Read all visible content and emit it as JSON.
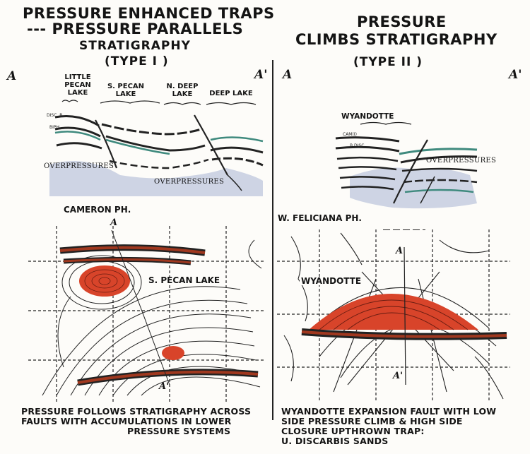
{
  "left": {
    "title_1": "PRESSURE ENHANCED TRAPS",
    "title_2": "--- PRESSURE PARALLELS",
    "title_3": "STRATIGRAPHY",
    "title_4": "(TYPE I )",
    "corner_a": "A",
    "corner_a_prime": "A'",
    "fields": [
      {
        "line1": "LITTLE",
        "line2": "PECAN",
        "line3": "LAKE"
      },
      {
        "line1": "S. PECAN",
        "line2": "LAKE",
        "line3": ""
      },
      {
        "line1": "N. DEEP",
        "line2": "LAKE",
        "line3": ""
      },
      {
        "line1": "DEEP LAKE",
        "line2": "",
        "line3": ""
      }
    ],
    "overpressures_1": "OVERPRESSURES",
    "overpressures_2": "OVERPRESSURES",
    "parish": "CAMERON PH.",
    "map_a": "A",
    "map_a_prime": "A'",
    "map_label": "S. PECAN LAKE",
    "caption": [
      "PRESSURE FOLLOWS STRATIGRAPHY ACROSS",
      "FAULTS WITH ACCUMULATIONS IN LOWER",
      "PRESSURE SYSTEMS"
    ]
  },
  "right": {
    "title_1": "PRESSURE",
    "title_2": "CLIMBS STRATIGRAPHY",
    "title_3": "(TYPE II )",
    "corner_a": "A",
    "corner_a_prime": "A'",
    "field": "WYANDOTTE",
    "overpressures": "OVERPRESSURES",
    "parish": "W. FELICIANA PH.",
    "map_a": "A",
    "map_a_prime": "A'",
    "map_label": "WYANDOTTE",
    "caption": [
      "WYANDOTTE EXPANSION FAULT WITH LOW",
      "SIDE PRESSURE CLIMB & HIGH SIDE",
      "CLOSURE UPTHROWN TRAP:",
      "U. DISCARBIS SANDS"
    ]
  },
  "colors": {
    "ink": "#141414",
    "oil_red": "#d8442a",
    "pressure_blue": "#b9c3dc",
    "horizon_teal": "#3f8a7e"
  }
}
